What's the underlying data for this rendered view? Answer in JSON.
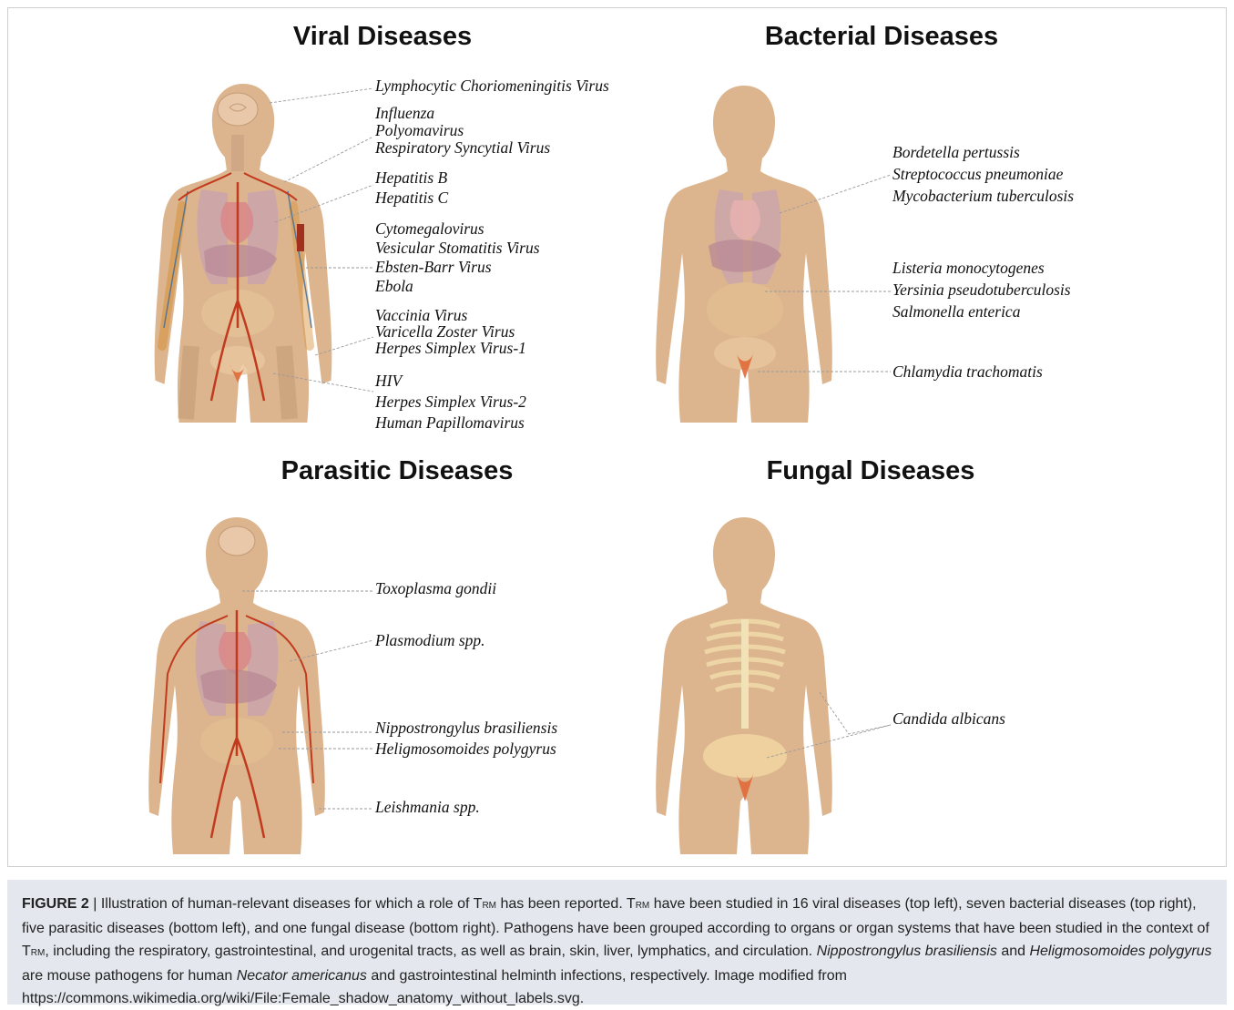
{
  "panels": {
    "viral": {
      "title": "Viral Diseases",
      "labels": [
        "Lymphocytic Choriomeningitis Virus",
        "Influenza",
        "Polyomavirus",
        "Respiratory Syncytial Virus",
        "Hepatitis B",
        "Hepatitis C",
        "Cytomegalovirus",
        "Vesicular Stomatitis Virus",
        "Ebsten-Barr Virus",
        "Ebola",
        "Vaccinia Virus",
        "Varicella Zoster Virus",
        "Herpes Simplex Virus-1",
        "HIV",
        "Herpes Simplex Virus-2",
        "Human Papillomavirus"
      ]
    },
    "bacterial": {
      "title": "Bacterial Diseases",
      "labels": [
        "Bordetella pertussis",
        "Streptococcus pneumoniae",
        "Mycobacterium tuberculosis",
        "Listeria monocytogenes",
        "Yersinia pseudotuberculosis",
        "Salmonella enterica",
        "Chlamydia trachomatis"
      ]
    },
    "parasitic": {
      "title": "Parasitic Diseases",
      "labels": [
        "Toxoplasma gondii",
        "Plasmodium spp.",
        "Nippostrongylus brasiliensis",
        "Heligmosomoides polygyrus",
        "Leishmania spp."
      ]
    },
    "fungal": {
      "title": "Fungal Diseases",
      "labels": [
        "Candida albicans"
      ]
    }
  },
  "caption": {
    "figure_label": "FIGURE 2",
    "separator": " | ",
    "trm_t": "T",
    "trm_sub": "RM",
    "s1": "Illustration of human-relevant diseases for which a role of ",
    "s2": " has been reported. ",
    "s3": " have been studied in 16 viral diseases (top left), seven bacterial diseases (top right), five parasitic diseases (bottom left), and one fungal disease (bottom right). Pathogens have been grouped according to organs or organ systems that have been studied in the context of ",
    "s4": ", including the respiratory, gastrointestinal, and urogenital tracts, as well as brain, skin, liver, lymphatics, and circulation. ",
    "it1": "Nippostrongylus brasiliensis",
    "s5": " and ",
    "it2": "Heligmosomoides polygyrus",
    "s6": " are mouse pathogens for human ",
    "it3": "Necator americanus",
    "s7": " and gastrointestinal helminth infections, respectively. Image modified from https://commons.wikimedia.org/wiki/File:Female_shadow_anatomy_without_labels.svg."
  }
}
